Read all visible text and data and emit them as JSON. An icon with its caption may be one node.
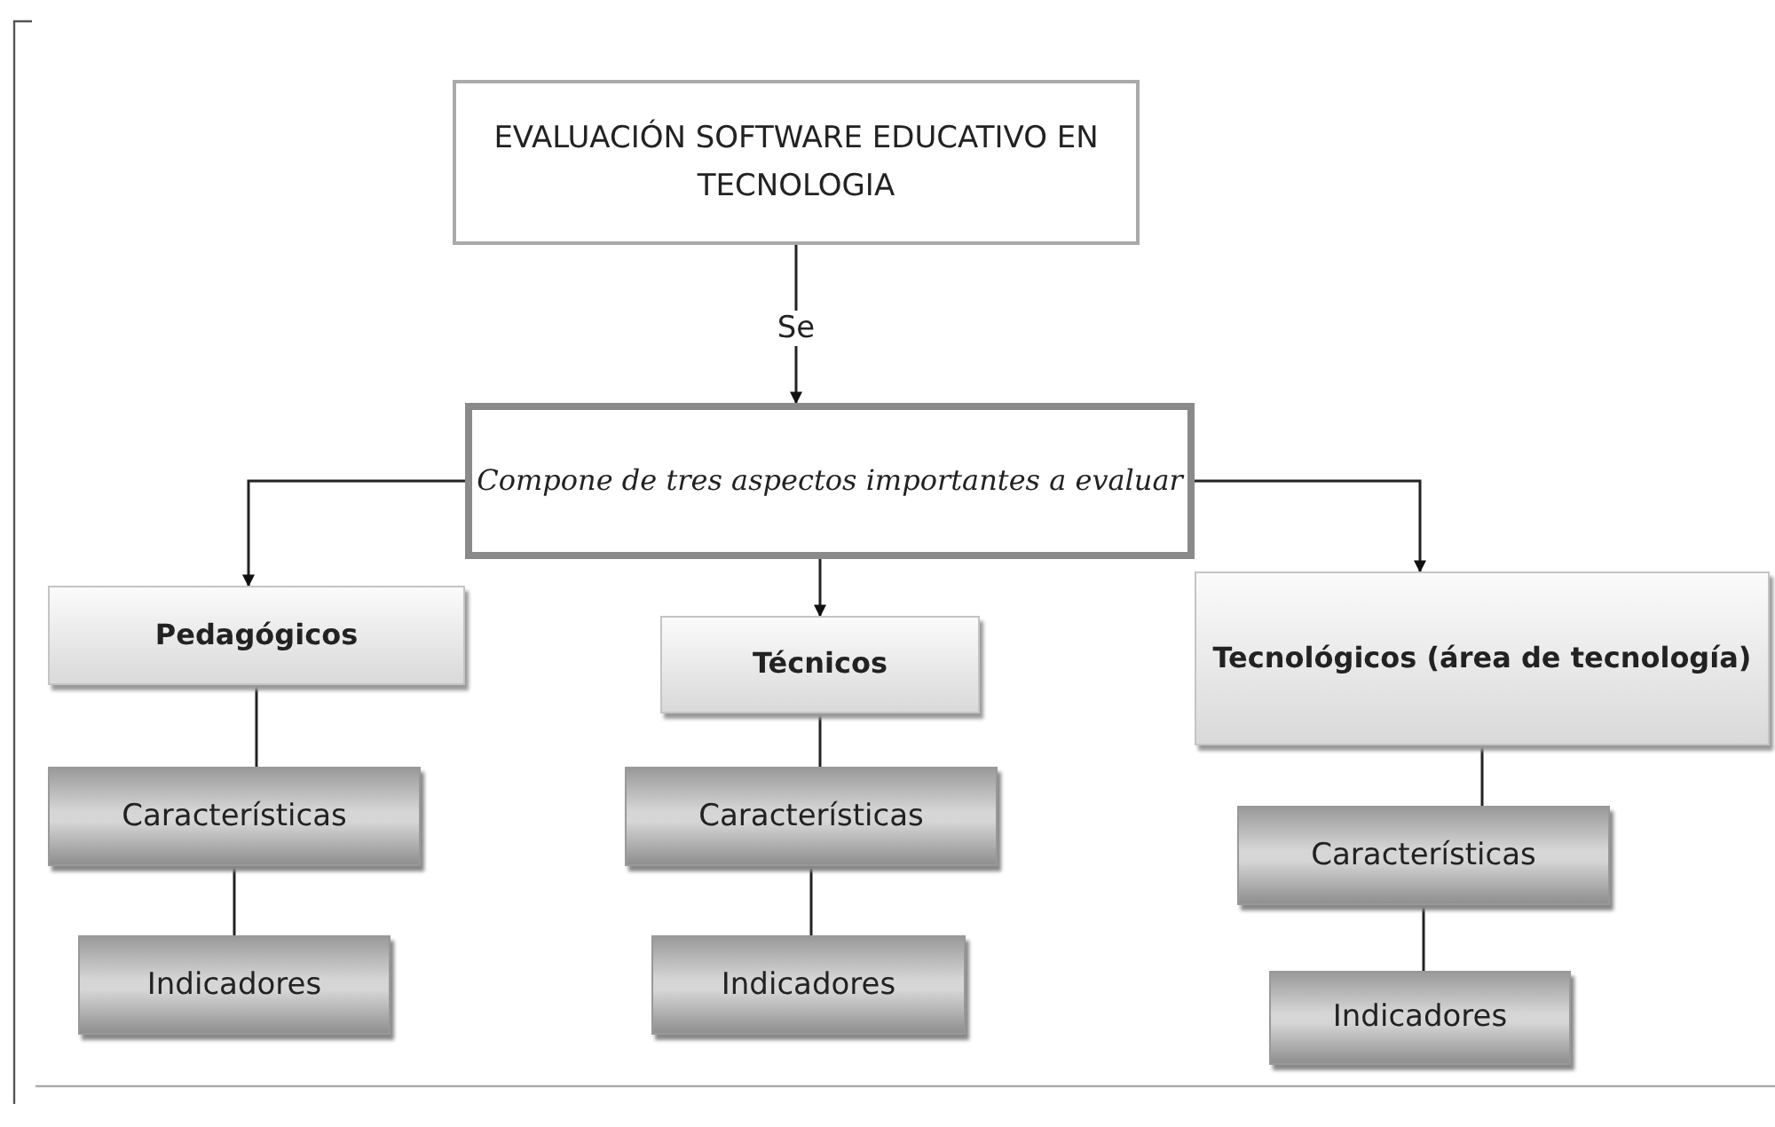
{
  "diagram": {
    "nodes": [
      {
        "text": [
          "EVALUACIÓN SOFTWARE EDUCATIVO EN TECNOLOGIA"
        ]
      },
      {
        "text": [
          "Compone de tres aspectos importantes a evaluar"
        ]
      },
      {
        "text": [
          "Pedagógicos"
        ]
      },
      {
        "text": [
          "Técnicos"
        ]
      },
      {
        "text": [
          "Tecnológicos (área de tecnología)"
        ]
      },
      {
        "text": [
          "Características"
        ]
      },
      {
        "text": [
          "Indicadores"
        ]
      },
      {
        "text": [
          "Características"
        ]
      },
      {
        "text": [
          "Indicadores"
        ]
      },
      {
        "text": [
          "Características"
        ]
      },
      {
        "text": [
          "Indicadores"
        ]
      }
    ],
    "edges": [
      {
        "from": 0,
        "to": 1,
        "arrow": "to",
        "label": "Se"
      },
      {
        "from": 1,
        "to": 2,
        "arrow": "to"
      },
      {
        "from": 1,
        "to": 3,
        "arrow": "to"
      },
      {
        "from": 1,
        "to": 4,
        "arrow": "to"
      },
      {
        "from": 2,
        "to": 5,
        "arrow": "none"
      },
      {
        "from": 5,
        "to": 6,
        "arrow": "none"
      },
      {
        "from": 3,
        "to": 7,
        "arrow": "none"
      },
      {
        "from": 7,
        "to": 8,
        "arrow": "none"
      },
      {
        "from": 4,
        "to": 9,
        "arrow": "none"
      },
      {
        "from": 9,
        "to": 10,
        "arrow": "none"
      }
    ]
  }
}
